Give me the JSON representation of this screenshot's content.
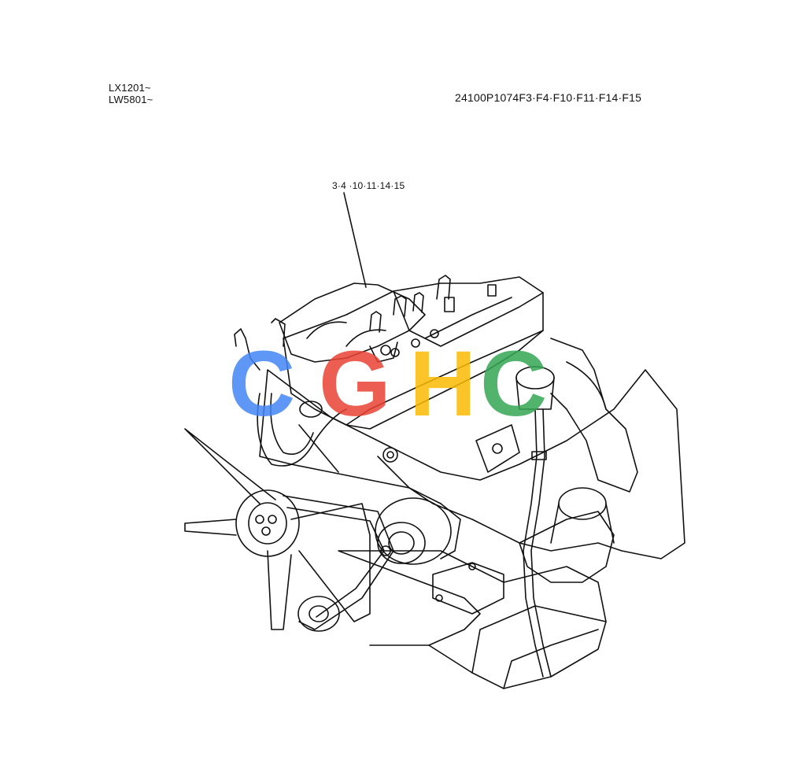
{
  "header": {
    "serial_ranges": [
      "LX1201~",
      "LW5801~"
    ],
    "part_code": "24100P1074F3·F4·F10·F11·F14·F15"
  },
  "callout": {
    "label": "3·4 ·10·11·14·15"
  },
  "watermark": {
    "text": "CGHC",
    "colors": [
      "#4285F4",
      "#EA4335",
      "#FBBC05",
      "#34A853"
    ]
  }
}
